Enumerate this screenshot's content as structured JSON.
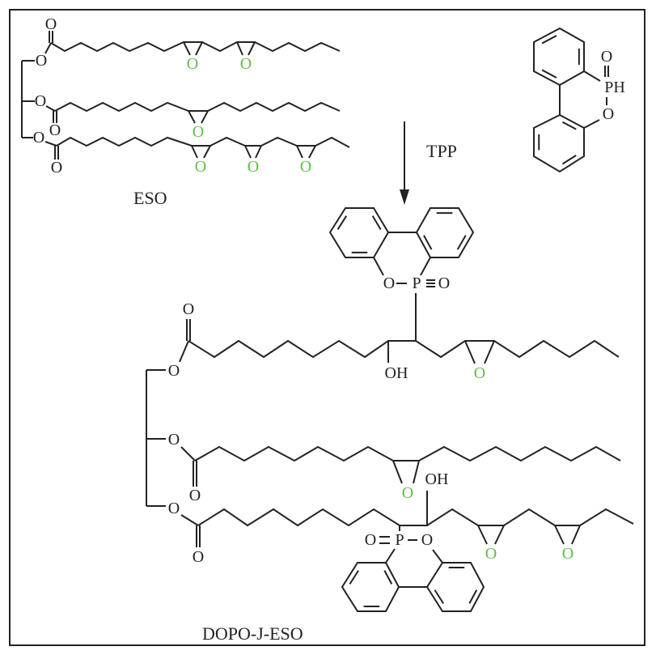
{
  "labels": {
    "reactant": "ESO",
    "reagent": "TPP",
    "product": "DOPO-J-ESO"
  },
  "atoms": {
    "O": "O",
    "P": "P",
    "PH": "PH",
    "OH": "OH",
    "H": "H"
  },
  "colors": {
    "epoxide_oxygen": "#5fbf45",
    "bond": "#222222",
    "frame": "#222222"
  }
}
